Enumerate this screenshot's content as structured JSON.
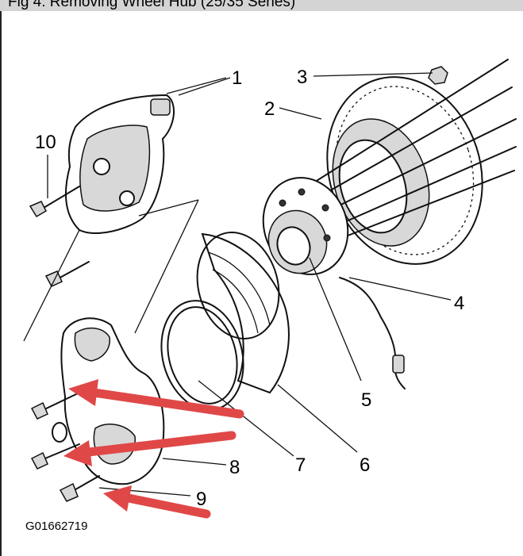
{
  "caption": "Fig 4: Removing Wheel Hub (25/35 Series)",
  "figure_id": "G01662719",
  "callouts": [
    "1",
    "2",
    "3",
    "4",
    "5",
    "6",
    "7",
    "8",
    "9",
    "10"
  ],
  "colors": {
    "arrow": "#e04848",
    "caption_bar": "#d4d4d4",
    "ink": "#111111"
  }
}
